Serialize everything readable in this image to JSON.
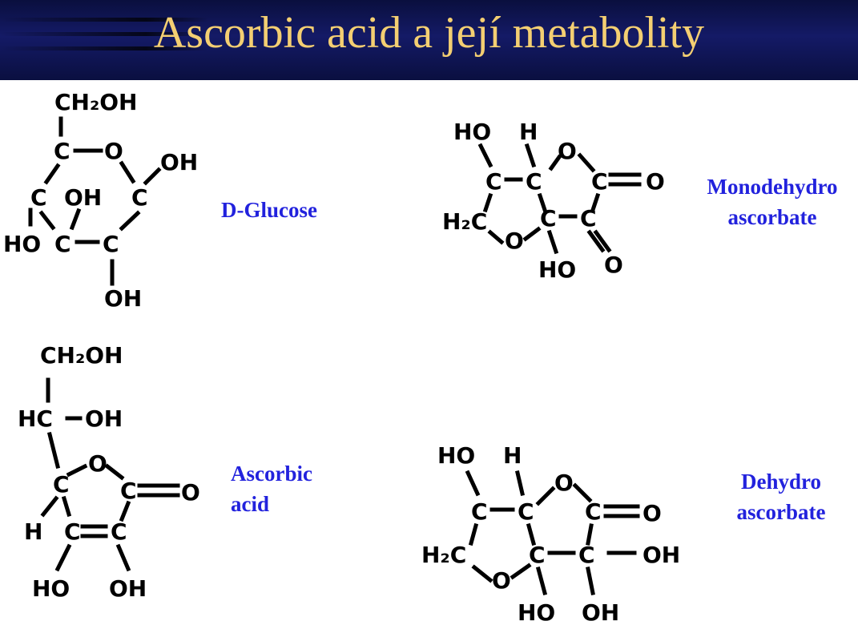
{
  "title": "Ascorbic acid a její metabolity",
  "colors": {
    "header": "#141a66",
    "title": "#f4cf72",
    "label": "#2222dd",
    "structure": "#000000"
  },
  "labels": {
    "glucose": "D-Glucose",
    "ascorbic": [
      "Ascorbic",
      "acid"
    ],
    "monodehydro": [
      "Monodehydro",
      "ascorbate"
    ],
    "dehydro": [
      "Dehydro",
      "ascorbate"
    ]
  },
  "structures": {
    "glucose": {
      "ch2oh": "CH₂OH",
      "c": "C",
      "o": "O",
      "oh": "OH",
      "ho": "HO"
    },
    "ascorbic": {
      "ch2oh": "CH₂OH",
      "hc": "HC",
      "c": "C",
      "o": "O",
      "oh": "OH",
      "h": "H",
      "ho": "HO"
    },
    "monodehydro": {
      "ho": "HO",
      "h": "H",
      "c": "C",
      "o": "O",
      "h2c": "H₂C"
    },
    "dehydro": {
      "ho": "HO",
      "h": "H",
      "c": "C",
      "o": "O",
      "oh": "OH",
      "h2c": "H₂C"
    }
  }
}
